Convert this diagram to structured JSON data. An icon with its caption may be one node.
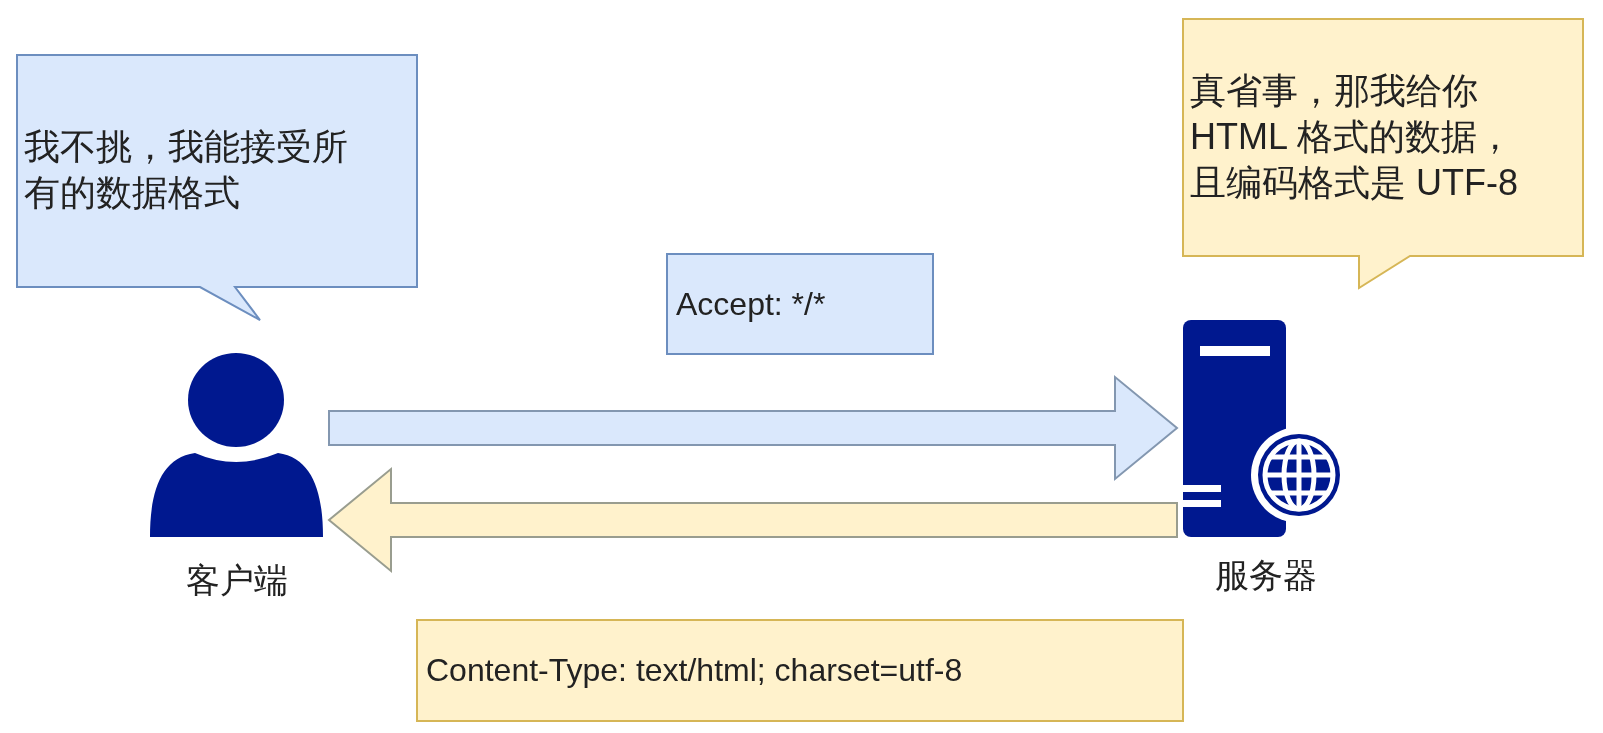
{
  "diagram": {
    "nodes": [
      {
        "text": [
          "我不挑，我能接受所有的数据格式"
        ]
      },
      {
        "text": [
          "客户端"
        ]
      },
      {
        "text": [
          "Accept: */*"
        ]
      },
      {
        "text": [
          "真省事，那我给你HTML 格式的数据，且编码格式是 UTF-8"
        ]
      },
      {
        "text": [
          "服务器"
        ]
      },
      {
        "text": [
          "Content-Type: text/html; charset=utf-8"
        ]
      }
    ],
    "edges": [
      {
        "from": 1,
        "to": 4,
        "arrow": "to",
        "color": "#dae8fc"
      },
      {
        "from": 4,
        "to": 1,
        "arrow": "to",
        "color": "#fff2cc"
      }
    ]
  }
}
